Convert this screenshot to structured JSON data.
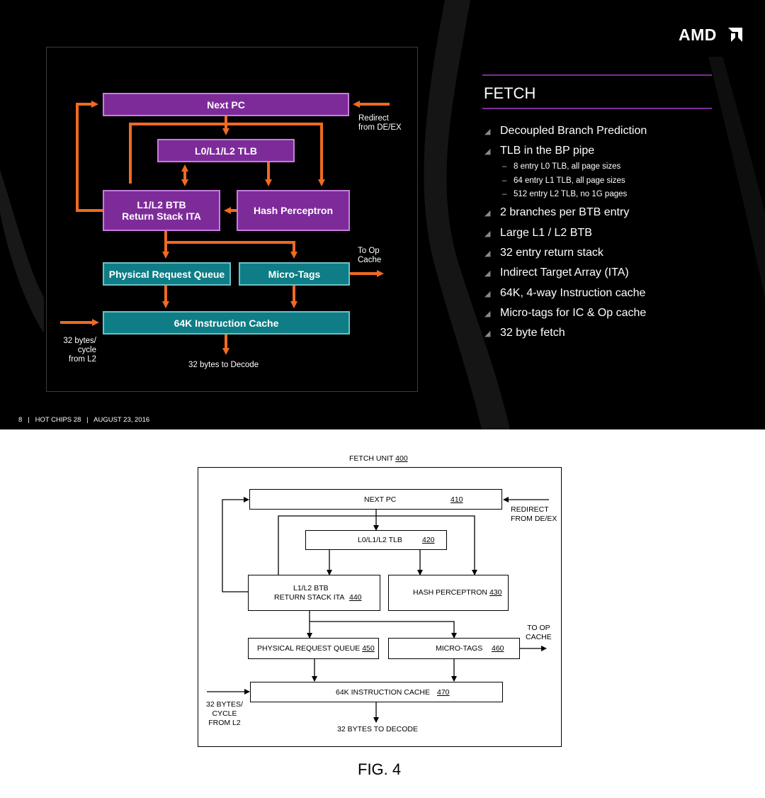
{
  "slide": {
    "logo": "AMD",
    "title": "FETCH",
    "footer": "8   |   HOT CHIPS 28   |   AUGUST 23, 2016",
    "diagram": {
      "next_pc": "Next PC",
      "tlb": "L0/L1/L2 TLB",
      "btb_line1": "L1/L2 BTB",
      "btb_line2": "Return Stack ITA",
      "hash": "Hash Perceptron",
      "prq": "Physical Request Queue",
      "microtags": "Micro-Tags",
      "icache": "64K Instruction Cache",
      "redirect_line1": "Redirect",
      "redirect_line2": "from DE/EX",
      "toop_line1": "To Op",
      "toop_line2": "Cache",
      "l2_line1": "32 bytes/",
      "l2_line2": "cycle",
      "l2_line3": "from L2",
      "decode": "32 bytes to Decode"
    },
    "bullets": [
      "Decoupled Branch Prediction",
      "TLB in the BP pipe",
      "2 branches per BTB entry",
      "Large L1 / L2 BTB",
      "32 entry return stack",
      "Indirect Target Array (ITA)",
      "64K, 4-way Instruction cache",
      "Micro-tags for IC & Op cache",
      "32 byte fetch"
    ],
    "sub_bullets": [
      "8 entry L0 TLB, all page sizes",
      "64 entry L1 TLB, all page sizes",
      "512 entry L2 TLB, no 1G pages"
    ]
  },
  "patent": {
    "title_text": "FETCH UNIT ",
    "title_num": "400",
    "next_pc": "NEXT PC",
    "next_pc_num": "410",
    "tlb": "L0/L1/L2 TLB",
    "tlb_num": "420",
    "btb_line1": "L1/L2 BTB",
    "btb_line2": "RETURN STACK ITA",
    "btb_num": "440",
    "hash": "HASH PERCEPTRON ",
    "hash_num": "430",
    "prq": "PHYSICAL REQUEST QUEUE ",
    "prq_num": "450",
    "microtags": "MICRO-TAGS",
    "microtags_num": "460",
    "icache": "64K INSTRUCTION CACHE",
    "icache_num": "470",
    "redirect_line1": "REDIRECT",
    "redirect_line2": "FROM DE/EX",
    "toop_line1": "TO OP",
    "toop_line2": "CACHE",
    "l2_line1": "32 BYTES/",
    "l2_line2": "CYCLE",
    "l2_line3": "FROM L2",
    "decode": "32 BYTES TO DECODE",
    "fig": "FIG. 4"
  }
}
